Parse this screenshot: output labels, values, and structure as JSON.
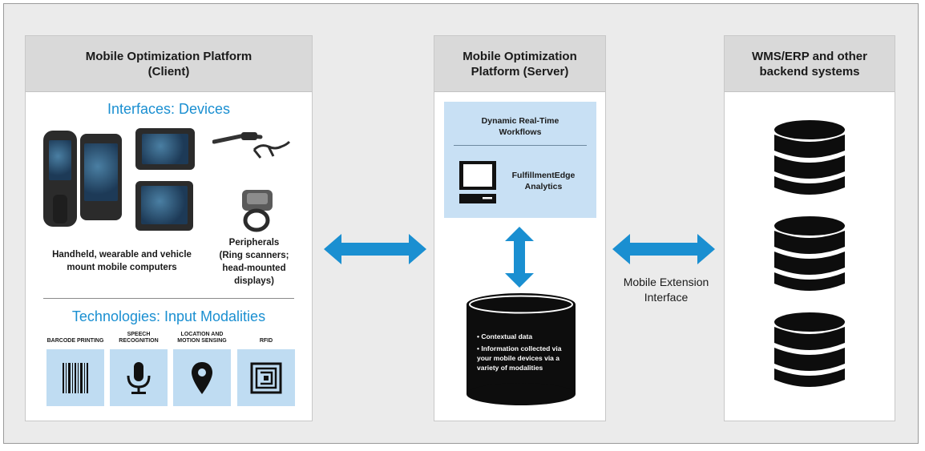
{
  "client": {
    "title_line1": "Mobile Optimization Platform",
    "title_line2": "(Client)",
    "interfaces_title": "Interfaces: Devices",
    "devices_caption": "Handheld, wearable and vehicle mount mobile computers",
    "peripherals_caption": "Peripherals (Ring scanners; head-mounted displays)",
    "technologies_title": "Technologies: Input Modalities",
    "modalities": [
      {
        "label": "BARCODE PRINTING",
        "icon": "barcode-icon"
      },
      {
        "label": "SPEECH RECOGNITION",
        "icon": "microphone-icon"
      },
      {
        "label": "LOCATION AND MOTION SENSING",
        "icon": "location-pin-icon"
      },
      {
        "label": "RFID",
        "icon": "rfid-tag-icon"
      }
    ]
  },
  "server": {
    "title_line1": "Mobile Optimization",
    "title_line2": "Platform (Server)",
    "workflows_line1": "Dynamic Real-Time",
    "workflows_line2": "Workflows",
    "analytics_line1": "FulfillmentEdge",
    "analytics_line2": "Analytics",
    "database_items": [
      "• Contextual data",
      "• Information collected via your mobile devices via a variety of modalities"
    ]
  },
  "backend": {
    "title_line1": "WMS/ERP and other",
    "title_line2": "backend systems",
    "database_count": 3
  },
  "connectors": {
    "mobile_extension_line1": "Mobile Extension",
    "mobile_extension_line2": "Interface"
  },
  "colors": {
    "accent_blue": "#1a8fd1",
    "header_gray": "#d9d9d9",
    "tile_blue": "#bfdcf2",
    "database_black": "#0d0d0d"
  }
}
